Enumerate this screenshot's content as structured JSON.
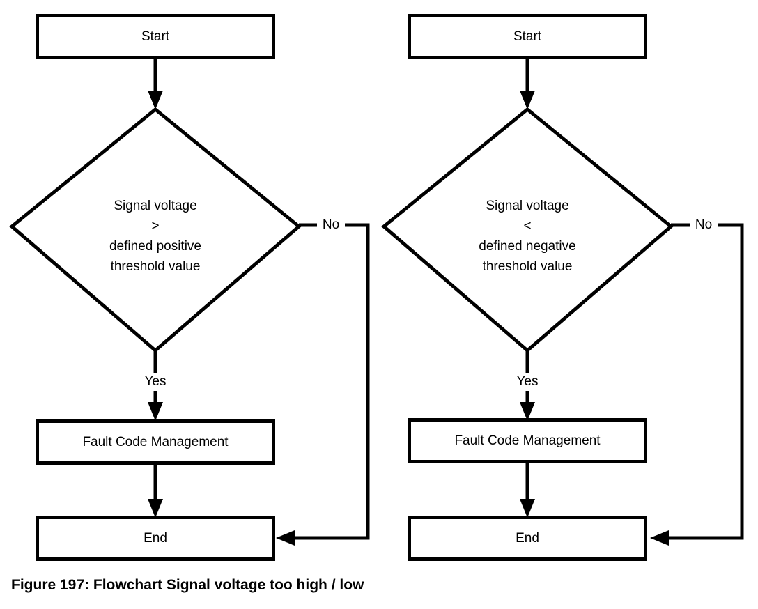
{
  "figure": {
    "caption": "Figure 197: Flowchart Signal voltage too high / low",
    "background_color": "#ffffff",
    "line_color": "#000000"
  },
  "flowcharts": [
    {
      "id": "too-high",
      "start": {
        "label": "Start"
      },
      "decision": {
        "line1": "Signal voltage",
        "line2": ">",
        "line3": "defined positive",
        "line4": "threshold value"
      },
      "yes_label": "Yes",
      "no_label": "No",
      "process": {
        "label": "Fault Code Management"
      },
      "end": {
        "label": "End"
      }
    },
    {
      "id": "too-low",
      "start": {
        "label": "Start"
      },
      "decision": {
        "line1": "Signal voltage",
        "line2": "<",
        "line3": "defined negative",
        "line4": "threshold value"
      },
      "yes_label": "Yes",
      "no_label": "No",
      "process": {
        "label": "Fault Code Management"
      },
      "end": {
        "label": "End"
      }
    }
  ]
}
